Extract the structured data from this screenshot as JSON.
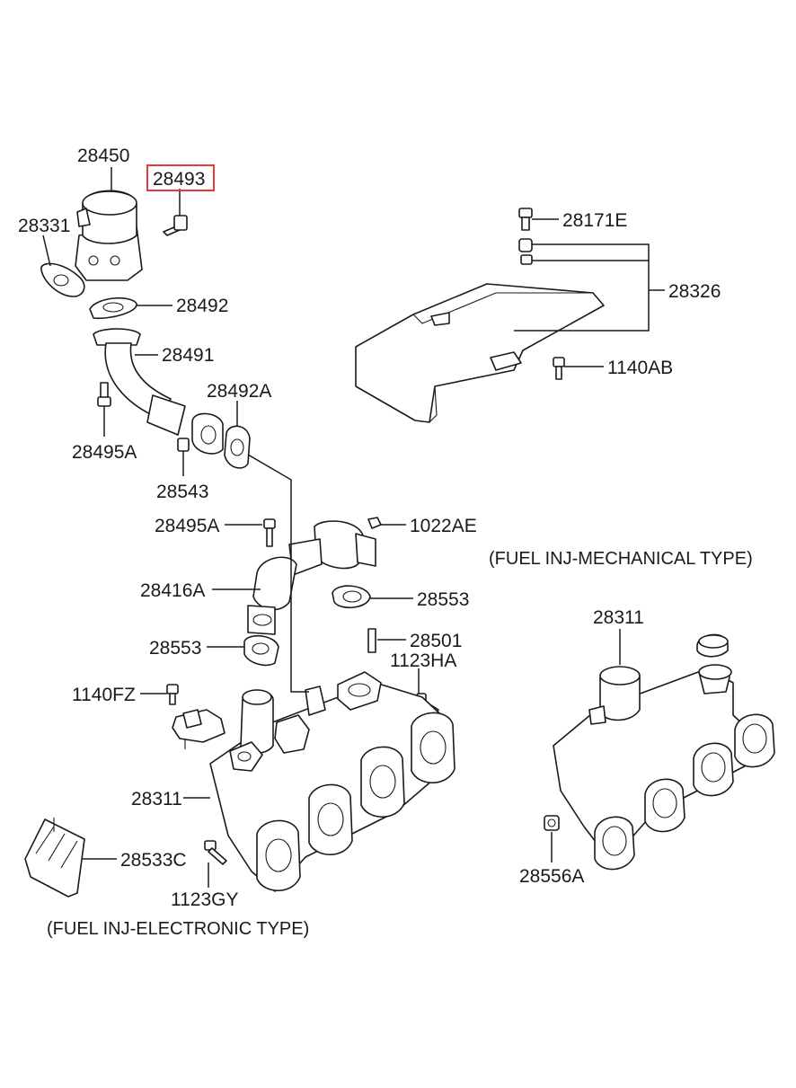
{
  "labels": {
    "p28450": "28450",
    "p28493": "28493",
    "p28331": "28331",
    "p28492": "28492",
    "p28491": "28491",
    "p28492A": "28492A",
    "p28495A_top": "28495A",
    "p28543": "28543",
    "p28495A_mid": "28495A",
    "p1022AE": "1022AE",
    "p28416A": "28416A",
    "p28553_right": "28553",
    "p28553_left": "28553",
    "p28501": "28501",
    "p1123HA": "1123HA",
    "p1140FZ": "1140FZ",
    "p28311_left": "28311",
    "p28533C": "28533C",
    "p1123GY": "1123GY",
    "p28171E": "28171E",
    "p28326": "28326",
    "p1140AB": "1140AB",
    "p28311_right": "28311",
    "p28556A": "28556A"
  },
  "captions": {
    "electronic": "(FUEL INJ-ELECTRONIC TYPE)",
    "mechanical": "(FUEL INJ-MECHANICAL TYPE)"
  },
  "highlight": {
    "part": "28493",
    "color": "#e53935"
  }
}
